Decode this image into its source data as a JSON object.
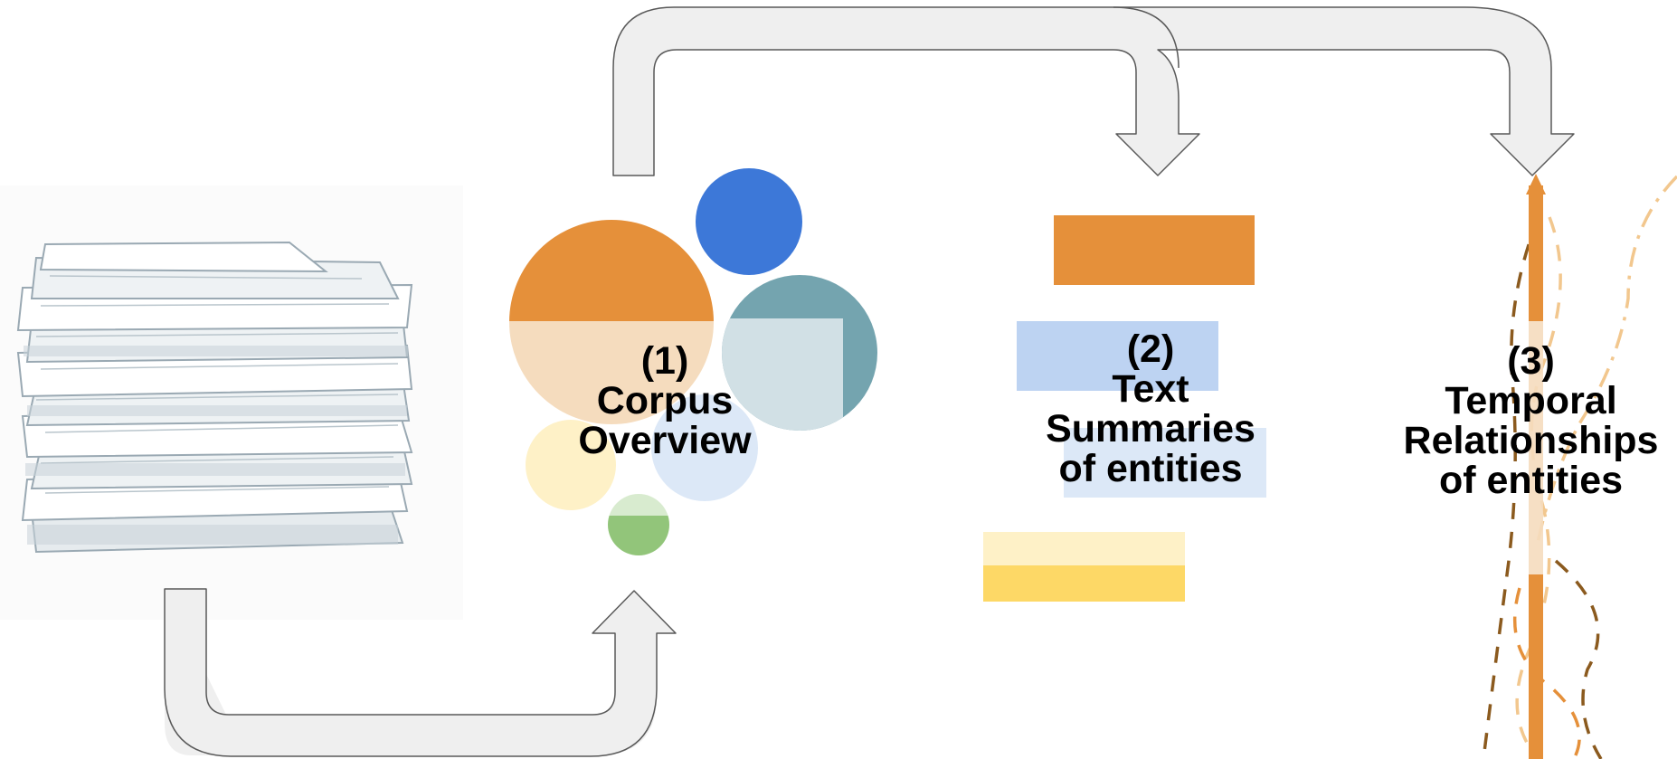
{
  "diagram": {
    "stages": [
      {
        "number": "(1)",
        "lines": [
          "Corpus",
          "Overview"
        ]
      },
      {
        "number": "(2)",
        "lines": [
          "Text",
          "Summaries",
          "of entities"
        ]
      },
      {
        "number": "(3)",
        "lines": [
          "Temporal",
          "Relationships",
          "of entities"
        ]
      }
    ],
    "colors": {
      "orange": "#E5903A",
      "orange_light": "#F5DCBE",
      "blue": "#3D78D8",
      "blue_light": "#BDD3F2",
      "blue_pale": "#DCE8F7",
      "teal": "#74A4AF",
      "teal_light": "#D1E0E5",
      "yellow": "#FDD866",
      "yellow_light": "#FEF1C7",
      "green": "#92C57A",
      "green_light": "#D8EBCF",
      "arrow_fill": "#EFEFEF",
      "arrow_stroke": "#595959",
      "paper": "#C9D3DA"
    }
  }
}
